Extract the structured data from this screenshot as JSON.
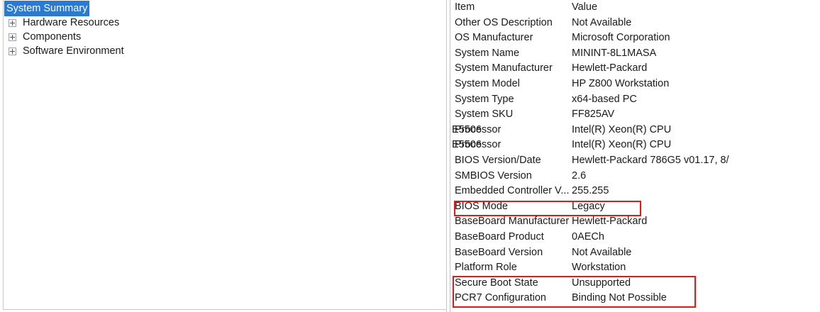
{
  "tree": {
    "selected_node": "System Summary",
    "nodes": [
      {
        "label": "System Summary",
        "expandable": false,
        "selected": true
      },
      {
        "label": "Hardware Resources",
        "expandable": true,
        "selected": false
      },
      {
        "label": "Components",
        "expandable": true,
        "selected": false
      },
      {
        "label": "Software Environment",
        "expandable": true,
        "selected": false
      }
    ]
  },
  "details": {
    "columns": {
      "item": "Item",
      "value": "Value"
    },
    "rows": [
      {
        "item": "Item",
        "value": "Value",
        "header": true
      },
      {
        "item": "Other OS Description",
        "value": "Not Available"
      },
      {
        "item": "OS Manufacturer",
        "value": "Microsoft Corporation"
      },
      {
        "item": "System Name",
        "value": "MININT-8L1MASA"
      },
      {
        "item": "System Manufacturer",
        "value": "Hewlett-Packard"
      },
      {
        "item": "System Model",
        "value": "HP Z800 Workstation"
      },
      {
        "item": "System Type",
        "value": "x64-based PC"
      },
      {
        "item": "System SKU",
        "value": "FF825AV"
      },
      {
        "item": "Processor",
        "value": "Intel(R) Xeon(R) CPU",
        "value_extra": "E5506"
      },
      {
        "item": "Processor",
        "value": "Intel(R) Xeon(R) CPU",
        "value_extra": "E5506"
      },
      {
        "item": "BIOS Version/Date",
        "value": "Hewlett-Packard 786G5 v01.17, 8/"
      },
      {
        "item": "SMBIOS Version",
        "value": "2.6"
      },
      {
        "item": "Embedded Controller V...",
        "value": "255.255"
      },
      {
        "item": "BIOS Mode",
        "value": "Legacy",
        "highlighted": true
      },
      {
        "item": "BaseBoard Manufacturer",
        "value": "Hewlett-Packard"
      },
      {
        "item": "BaseBoard Product",
        "value": "0AECh"
      },
      {
        "item": "BaseBoard Version",
        "value": "Not Available"
      },
      {
        "item": "Platform Role",
        "value": "Workstation"
      },
      {
        "item": "Secure Boot State",
        "value": "Unsupported",
        "highlighted": true
      },
      {
        "item": "PCR7 Configuration",
        "value": "Binding Not Possible",
        "highlighted": true
      }
    ]
  },
  "annotations": [
    {
      "name": "bios-mode-highlight",
      "color": "#e01b1b",
      "targets": "BIOS Mode"
    },
    {
      "name": "secure-boot-highlight",
      "color": "#e01b1b",
      "targets": "Secure Boot State, PCR7 Configuration"
    }
  ],
  "colors": {
    "selection": "#2a7ad0",
    "annotation": "#e01b1b",
    "text": "#1a1a1a",
    "border": "#c8c8c8"
  }
}
